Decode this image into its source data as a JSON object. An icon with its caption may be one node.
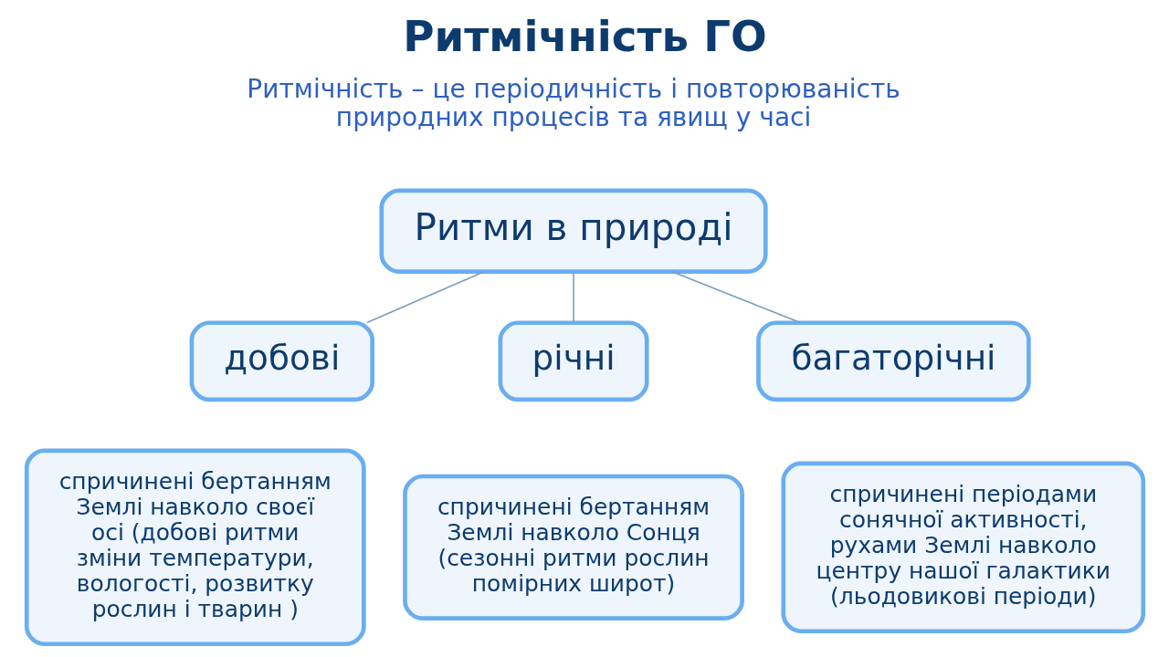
{
  "diagram": {
    "title": "Ритмічність ГО",
    "nodes": [
      {
        "text": [
          "Ритми в природі"
        ]
      },
      {
        "text": [
          "добові"
        ]
      },
      {
        "text": [
          "річні"
        ]
      },
      {
        "text": [
          "багаторічні"
        ]
      },
      {
        "text": [
          "спричинені бертанням Землі навколо своєї осі (добові ритми зміни температури, вологості, розвитку рослин і тварин )"
        ]
      },
      {
        "text": [
          "спричинені бертанням Землі навколо Сонця (сезонні ритми рослин помірних широт)"
        ]
      },
      {
        "text": [
          "спричинені періодами сонячної активності, рухами Землі навколо центру нашої галактики (льодовикові періоди)"
        ]
      }
    ],
    "edges": [
      {
        "from": 0,
        "to": 1,
        "arrow": "none"
      },
      {
        "from": 0,
        "to": 2,
        "arrow": "none"
      },
      {
        "from": 0,
        "to": 3,
        "arrow": "none"
      }
    ],
    "labels": [
      "Ритмічність – це періодичність і повторюваність природних процесів та явищ у часі"
    ]
  }
}
